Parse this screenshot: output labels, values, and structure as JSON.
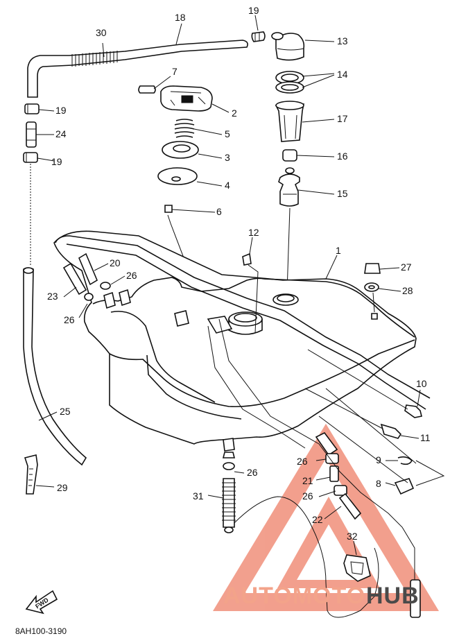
{
  "diagram": {
    "part_labels": [
      {
        "id": "p1",
        "text": "1"
      },
      {
        "id": "p2",
        "text": "2"
      },
      {
        "id": "p3",
        "text": "3"
      },
      {
        "id": "p4",
        "text": "4"
      },
      {
        "id": "p5",
        "text": "5"
      },
      {
        "id": "p6",
        "text": "6"
      },
      {
        "id": "p7",
        "text": "7"
      },
      {
        "id": "p8",
        "text": "8"
      },
      {
        "id": "p9",
        "text": "9"
      },
      {
        "id": "p10",
        "text": "10"
      },
      {
        "id": "p11",
        "text": "11"
      },
      {
        "id": "p12",
        "text": "12"
      },
      {
        "id": "p13",
        "text": "13"
      },
      {
        "id": "p14",
        "text": "14"
      },
      {
        "id": "p15",
        "text": "15"
      },
      {
        "id": "p16",
        "text": "16"
      },
      {
        "id": "p17",
        "text": "17"
      },
      {
        "id": "p18",
        "text": "18"
      },
      {
        "id": "p19a",
        "text": "19"
      },
      {
        "id": "p19b",
        "text": "19"
      },
      {
        "id": "p19c",
        "text": "19"
      },
      {
        "id": "p20",
        "text": "20"
      },
      {
        "id": "p21",
        "text": "21"
      },
      {
        "id": "p22",
        "text": "22"
      },
      {
        "id": "p23",
        "text": "23"
      },
      {
        "id": "p24",
        "text": "24"
      },
      {
        "id": "p25",
        "text": "25"
      },
      {
        "id": "p26a",
        "text": "26"
      },
      {
        "id": "p26b",
        "text": "26"
      },
      {
        "id": "p26c",
        "text": "26"
      },
      {
        "id": "p26d",
        "text": "26"
      },
      {
        "id": "p26e",
        "text": "26"
      },
      {
        "id": "p27",
        "text": "27"
      },
      {
        "id": "p28",
        "text": "28"
      },
      {
        "id": "p29",
        "text": "29"
      },
      {
        "id": "p30",
        "text": "30"
      },
      {
        "id": "p31",
        "text": "31"
      },
      {
        "id": "p32",
        "text": "32"
      }
    ],
    "direction_marker": "FWD",
    "drawing_code": "8AH100-3190"
  },
  "watermark": {
    "part_a": "AUTOMOTO",
    "part_b": "HUB"
  },
  "colors": {
    "ink": "#111111",
    "paper": "#ffffff",
    "watermark_red": "#f3a38a",
    "watermark_gray": "#4a4a4a"
  }
}
